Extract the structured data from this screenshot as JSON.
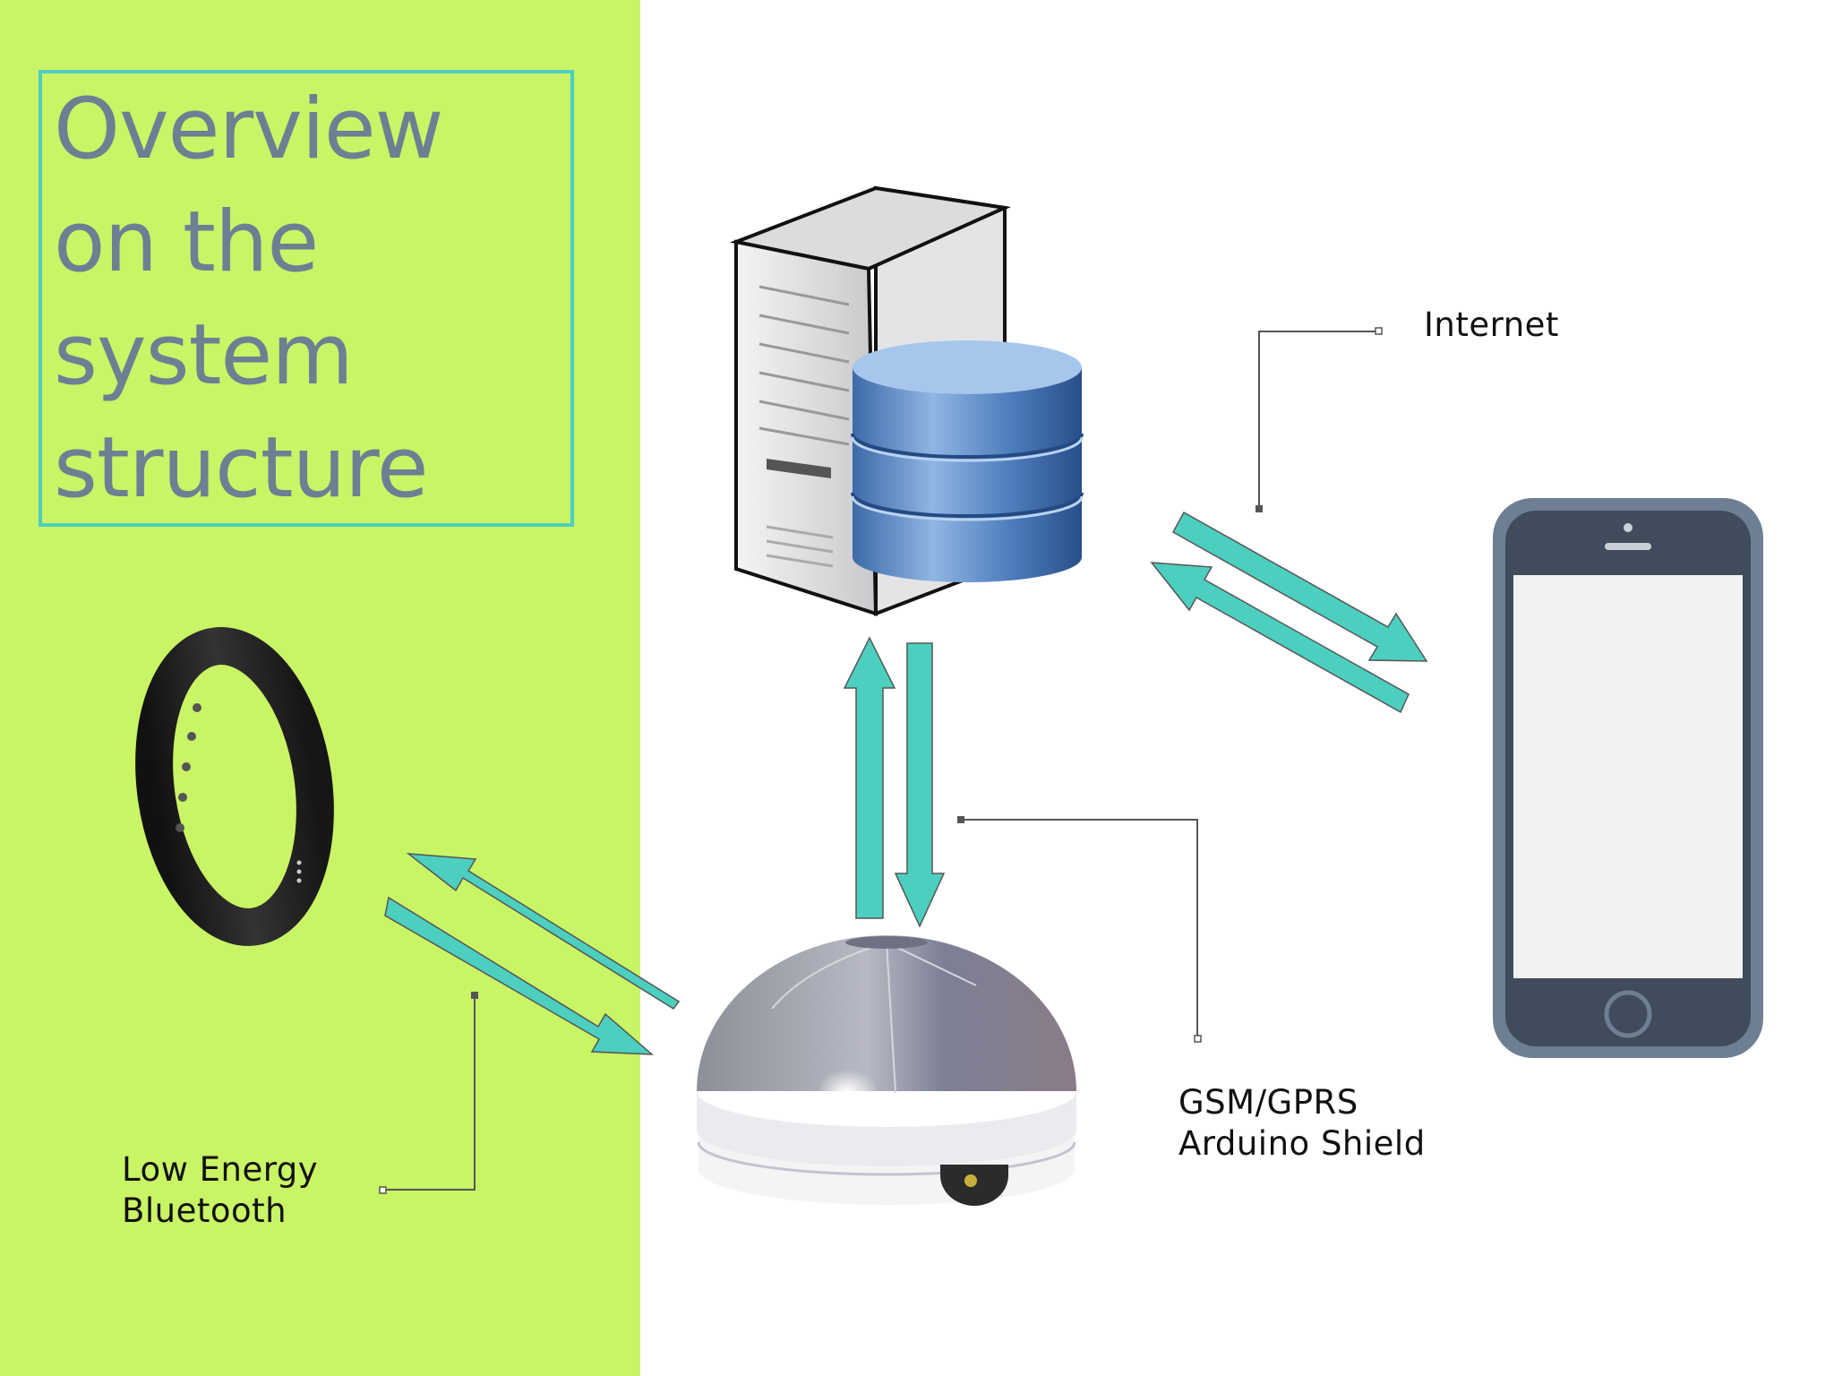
{
  "title": "Overview on the system structure",
  "labels": {
    "internet": "Internet",
    "gsm_line1": "GSM/GPRS",
    "gsm_line2": "Arduino Shield",
    "ble_line1": "Low Energy",
    "ble_line2": "Bluetooth"
  },
  "icons": [
    "server-database-icon",
    "smartphone-icon",
    "fitness-band-icon",
    "dome-hub-device-icon"
  ],
  "colors": {
    "left_panel": "#c9f465",
    "accent_teal": "#4ccfbf",
    "title_text": "#6d7f93",
    "phone_body": "#6e7f93",
    "phone_dark": "#404c5b"
  }
}
